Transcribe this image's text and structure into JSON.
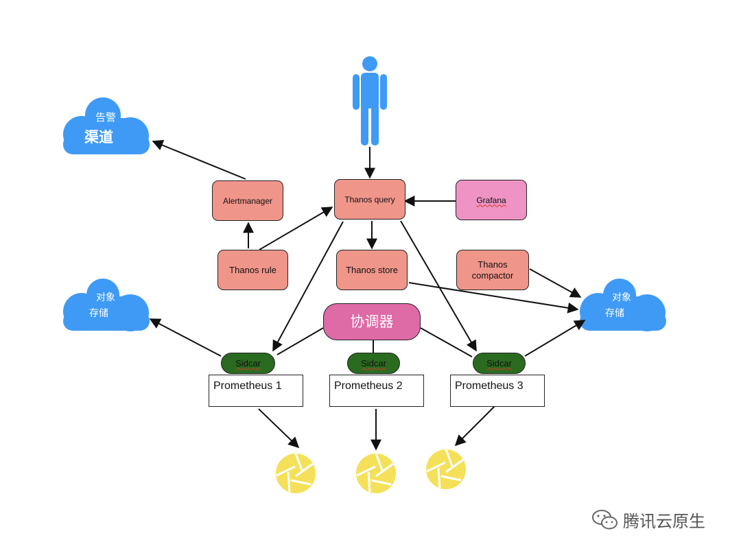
{
  "nodes": {
    "alertmanager": "Alertmanager",
    "thanos_query": "Thanos query",
    "grafana": "Grafana",
    "thanos_rule": "Thanos rule",
    "thanos_store": "Thanos store",
    "thanos_compactor": "Thanos\ncompactor",
    "coordinator": "协调器",
    "sidecar_1": "Sidcar",
    "sidecar_2": "Sidcar",
    "sidecar_3": "Sidcar",
    "prometheus_1": "Prometheus 1",
    "prometheus_2": "Prometheus 2",
    "prometheus_3": "Prometheus 3"
  },
  "clouds": {
    "alert_channel_line1": "告警",
    "alert_channel_line2": "渠道",
    "object_storage_left_line1": "对象",
    "object_storage_left_line2": "存储",
    "object_storage_right_line1": "对象",
    "object_storage_right_line2": "存储"
  },
  "watermark": "腾讯云原生",
  "colors": {
    "user": "#3f9af5",
    "cloud": "#3f9af5",
    "thanos": "#f0958a",
    "grafana": "#ef93c4",
    "coordinator": "#de6aa6",
    "sidecar": "#2a6b1f",
    "target": "#f5e05a"
  }
}
